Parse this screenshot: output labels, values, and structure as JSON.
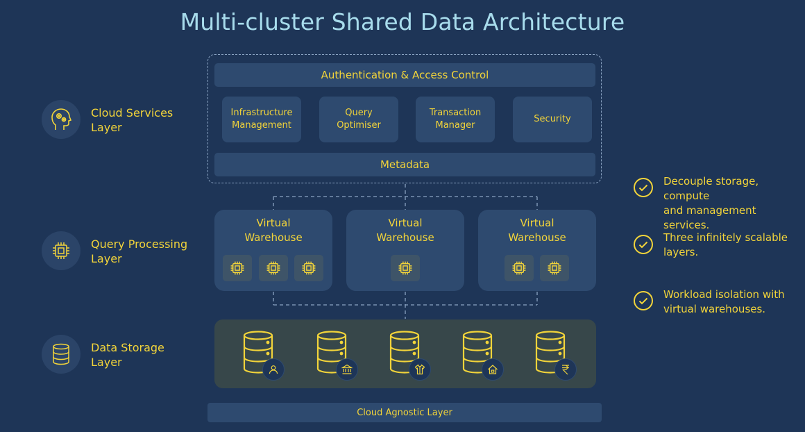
{
  "title": "Multi-cluster Shared Data Architecture",
  "layers": [
    {
      "label": "Cloud Services\nLayer",
      "icon": "head-gears-icon"
    },
    {
      "label": "Query Processing\nLayer",
      "icon": "cpu-chip-icon"
    },
    {
      "label": "Data Storage\nLayer",
      "icon": "database-icon"
    }
  ],
  "cloud_services": {
    "top_bar": "Authentication & Access Control",
    "services": [
      "Infrastructure\nManagement",
      "Query\nOptimiser",
      "Transaction\nManager",
      "Security"
    ],
    "bottom_bar": "Metadata"
  },
  "warehouses": [
    {
      "label": "Virtual\nWarehouse",
      "chips": 3
    },
    {
      "label": "Virtual\nWarehouse",
      "chips": 1
    },
    {
      "label": "Virtual\nWarehouse",
      "chips": 2
    }
  ],
  "storage": {
    "databases": [
      {
        "badge": "user-icon"
      },
      {
        "badge": "bank-icon"
      },
      {
        "badge": "shirt-icon"
      },
      {
        "badge": "house-icon"
      },
      {
        "badge": "rupee-icon"
      }
    ]
  },
  "cloud_agnostic": "Cloud Agnostic Layer",
  "points": [
    "Decouple storage, compute\nand management services.",
    "Three infinitely scalable\nlayers.",
    "Workload isolation with\nvirtual warehouses."
  ],
  "colors": {
    "background": "#1e3557",
    "panel": "#2e4a6f",
    "accent": "#f2d43a",
    "title": "#a8dcec",
    "storage_panel": "#37474a"
  }
}
